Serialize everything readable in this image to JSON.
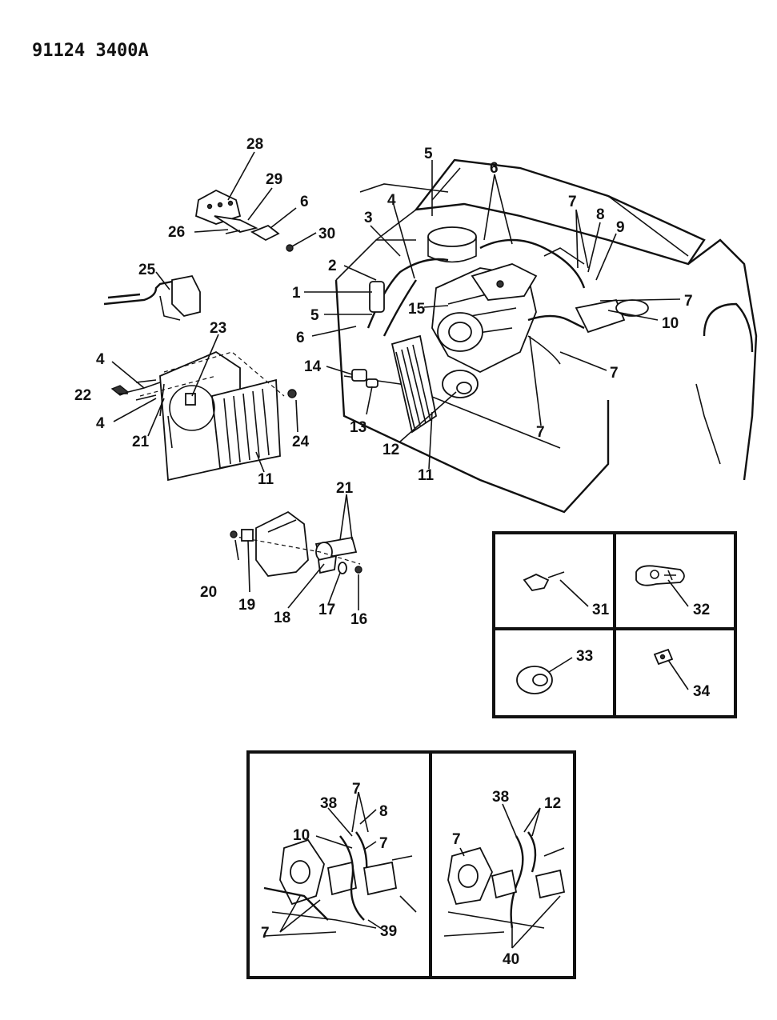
{
  "header": {
    "code": "91124 3400A"
  },
  "callouts": {
    "c1": "1",
    "c2": "2",
    "c3": "3",
    "c4a": "4",
    "c4b": "4",
    "c4c": "4",
    "c5a": "5",
    "c5b": "5",
    "c6a": "6",
    "c6b": "6",
    "c6c": "6",
    "c7a": "7",
    "c7b": "7",
    "c7c": "7",
    "c7d": "7",
    "c8": "8",
    "c9": "9",
    "c10": "10",
    "c11a": "11",
    "c11b": "11",
    "c12": "12",
    "c13": "13",
    "c14": "14",
    "c15": "15",
    "c16": "16",
    "c17": "17",
    "c18": "18",
    "c19": "19",
    "c20": "20",
    "c21a": "21",
    "c21b": "21",
    "c22": "22",
    "c23": "23",
    "c24": "24",
    "c25": "25",
    "c26": "26",
    "c28": "28",
    "c29": "29",
    "c30": "30",
    "c31": "31",
    "c32": "32",
    "c33": "33",
    "c34": "34",
    "i7a": "7",
    "i38a": "38",
    "i8": "8",
    "i10": "10",
    "i7b": "7",
    "i7c": "7",
    "i39": "39",
    "i38b": "38",
    "i12": "12",
    "i7d": "7",
    "i40": "40"
  }
}
